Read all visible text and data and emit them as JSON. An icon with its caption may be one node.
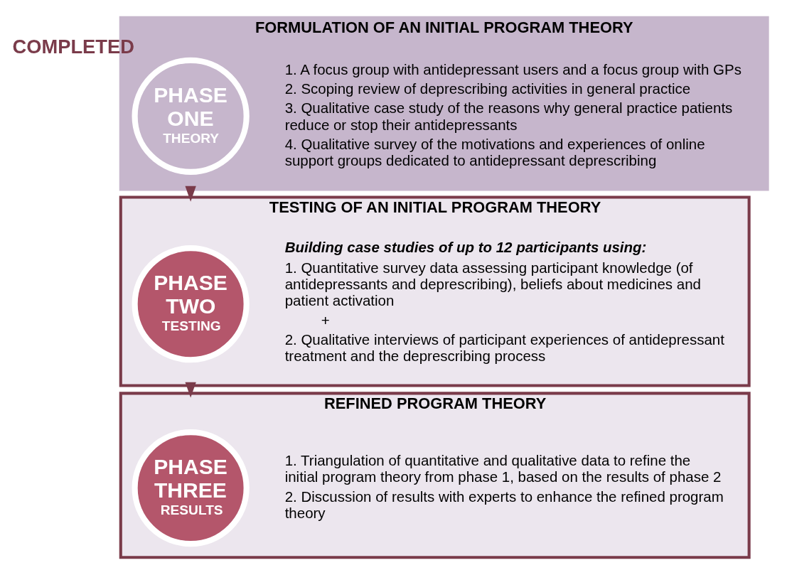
{
  "diagram": {
    "nodes": [
      {
        "text": [
          "FORMULATION OF AN INITIAL PROGRAM THEORY",
          "1. A focus group with antidepressant users and a focus group with GPs",
          "2. Scoping review of deprescribing activities in general practice",
          "3. Qualitative case study of the reasons why general practice patients reduce or stop their antidepressants",
          "4. Qualitative survey of the motivations and experiences of online support groups dedicated to antidepressant deprescribing"
        ]
      },
      {
        "text": [
          "PHASE ONE",
          "THEORY"
        ],
        "in": 0,
        "beside": [
          "COMPLETED"
        ]
      },
      {
        "text": [
          "TESTING OF AN INITIAL PROGRAM THEORY",
          "Building case studies of up to 12 participants using:",
          "1. Quantitative survey data assessing participant knowledge (of antidepressants and deprescribing), beliefs about medicines and patient activation",
          "+",
          "2. Qualitative interviews of participant experiences of antidepressant treatment and the deprescribing process"
        ]
      },
      {
        "text": [
          "PHASE TWO",
          "TESTING"
        ],
        "in": 2
      },
      {
        "text": [
          "REFINED PROGRAM THEORY",
          "1. Triangulation of quantitative and qualitative data to refine the initial program theory from phase 1, based on the results of phase 2",
          "2. Discussion of results with experts to enhance the refined program theory"
        ]
      },
      {
        "text": [
          "PHASE THREE",
          "RESULTS"
        ],
        "in": 4
      }
    ],
    "edges": [
      {
        "from": 0,
        "to": 2,
        "arrow": "to"
      },
      {
        "from": 2,
        "to": 4,
        "arrow": "to"
      }
    ]
  }
}
